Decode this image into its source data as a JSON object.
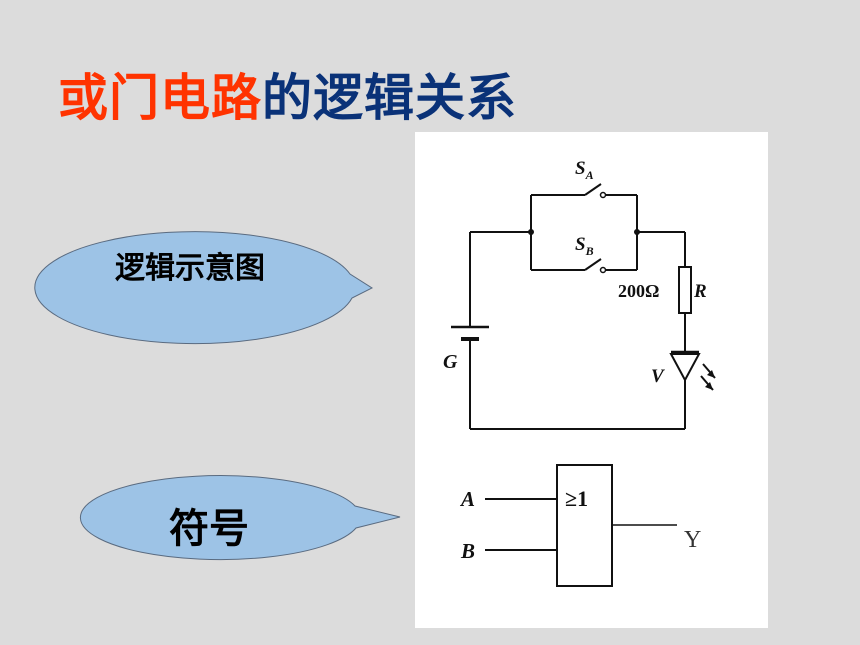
{
  "title": {
    "part_red": "或门电路",
    "part_blue": "的逻辑关系"
  },
  "bubbles": [
    {
      "label": "逻辑示意图"
    },
    {
      "label": "符号"
    }
  ],
  "circuit": {
    "switch_a": {
      "letter": "S",
      "sub": "A"
    },
    "switch_b": {
      "letter": "S",
      "sub": "B"
    },
    "resistor_value": "200Ω",
    "resistor_name": "R",
    "battery_name": "G",
    "led_name": "V"
  },
  "gate": {
    "symbol": "≥1",
    "input_a": "A",
    "input_b": "B",
    "output": "Y"
  },
  "colors": {
    "bubble_fill": "#9dc3e6",
    "title_red": "#ff3300",
    "title_blue": "#0a3278"
  }
}
